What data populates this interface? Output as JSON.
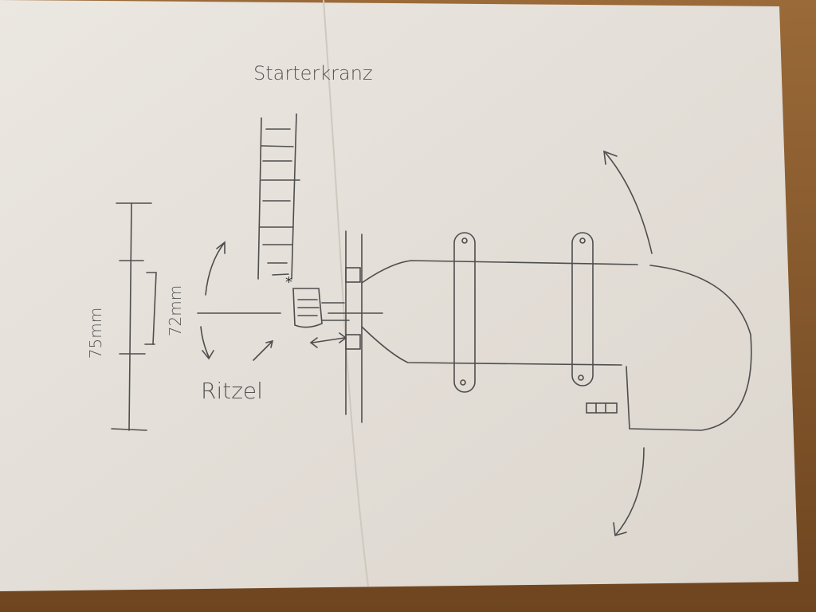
{
  "sketch": {
    "labels": {
      "ring_gear": "Starterkranz",
      "outer_dim": "75mm",
      "inner_dim": "72mm",
      "pinion": "Ritzel"
    }
  },
  "colors": {
    "paper": "#e6e1da",
    "pencil": "#4a4a4a",
    "table": "#8a5a2a"
  }
}
